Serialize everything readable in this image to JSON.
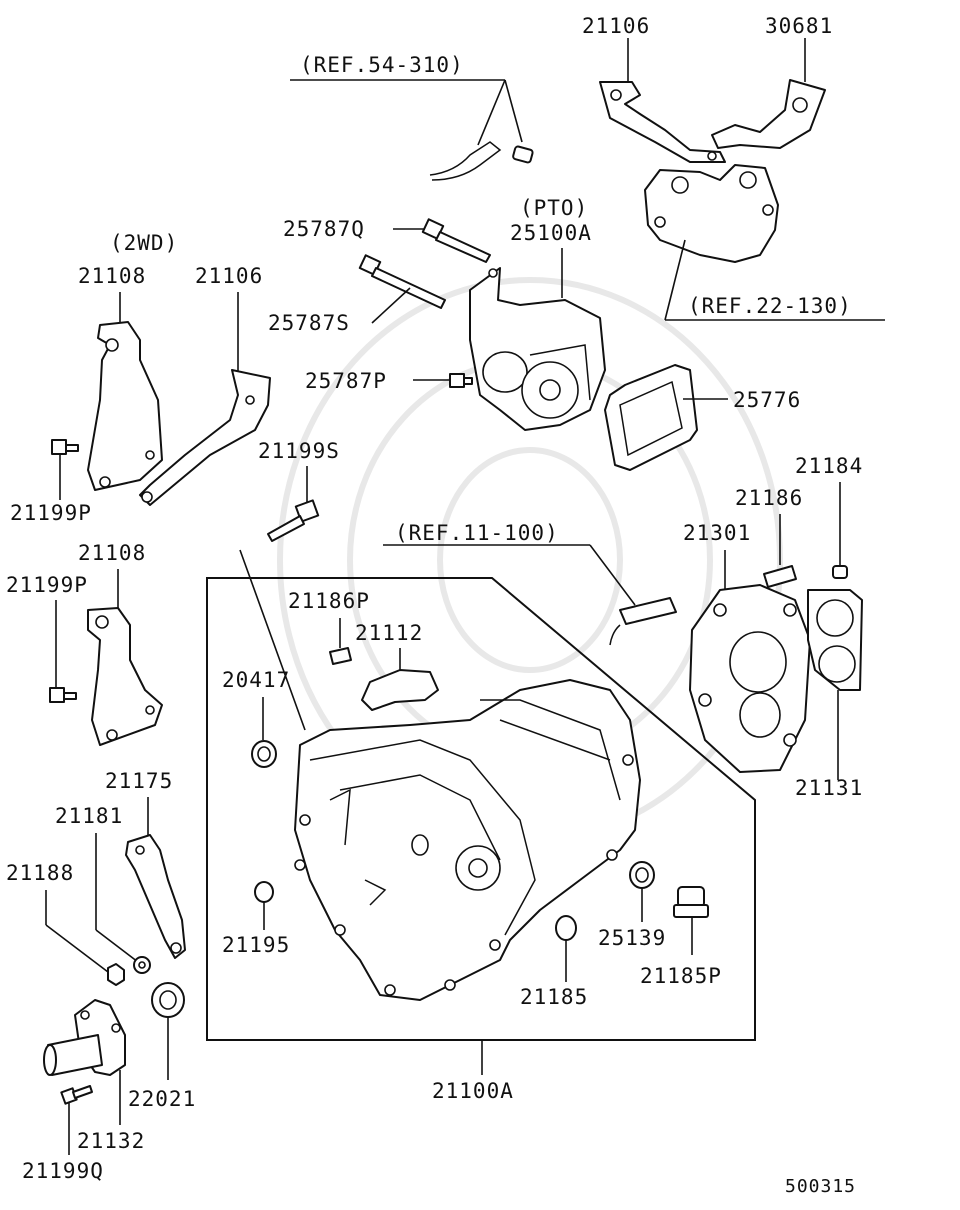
{
  "labels": {
    "ref_54_310": "(REF.54-310)",
    "p21106_top": "21106",
    "p30681": "30681",
    "pto": "(PTO)",
    "p25100A": "25100A",
    "p25787Q": "25787Q",
    "p25787S": "25787S",
    "p25787P": "25787P",
    "p25776": "25776",
    "ref_22_130": "(REF.22-130)",
    "twowd": "(2WD)",
    "p21108_a": "21108",
    "p21106_left": "21106",
    "p21199P_a": "21199P",
    "p21199S": "21199S",
    "p21184": "21184",
    "p21186": "21186",
    "p21301": "21301",
    "ref_11_100": "(REF.11-100)",
    "p21108_b": "21108",
    "p21199P_b": "21199P",
    "p21186P": "21186P",
    "p21112": "21112",
    "p20417": "20417",
    "p21131": "21131",
    "p21175": "21175",
    "p21181": "21181",
    "p21188": "21188",
    "p21195": "21195",
    "p25139": "25139",
    "p21185P": "21185P",
    "p21185": "21185",
    "p22021": "22021",
    "p21132": "21132",
    "p21100A": "21100A",
    "p21199Q": "21199Q",
    "diagram_id": "500315"
  }
}
